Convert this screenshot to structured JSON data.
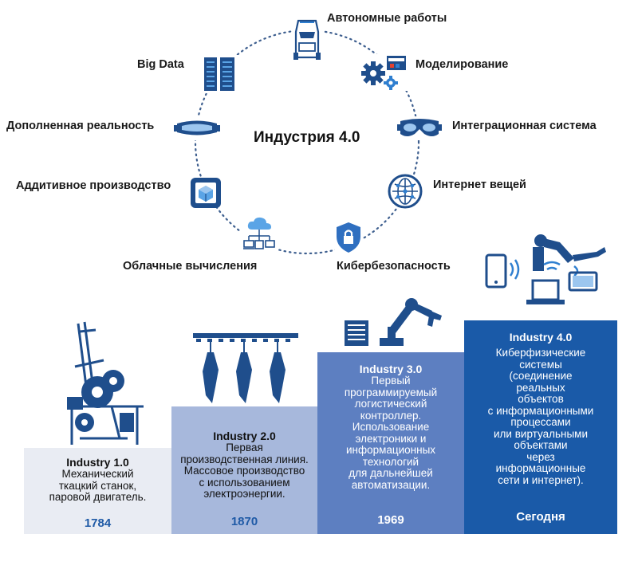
{
  "center_title": "Индустрия 4.0",
  "cycle": {
    "autonomous_robots": "Автономные работы",
    "modeling": "Моделирование",
    "integration_system": "Интеграционная система",
    "iot": "Интернет вещей",
    "cybersecurity": "Кибербезопасность",
    "cloud": "Облачные вычисления",
    "additive": "Аддитивное производство",
    "ar": "Дополненная реальность",
    "big_data": "Big Data"
  },
  "stages": [
    {
      "title": "Industry 1.0",
      "lines": [
        "Механический",
        "ткацкий станок,",
        "паровой двигатель."
      ],
      "year": "1784"
    },
    {
      "title": "Industry 2.0",
      "lines": [
        "Первая",
        "производственная линия.",
        "Массовое производство",
        "с использованием",
        "электроэнергии."
      ],
      "year": "1870"
    },
    {
      "title": "Industry 3.0",
      "lines": [
        "Первый",
        "программируемый",
        "логистический",
        "контроллер.",
        "Использование",
        "электроники и",
        "информационных",
        "технологий",
        "для дальнейшей",
        "автоматизации."
      ],
      "year": "1969"
    },
    {
      "title": "Industry 4.0",
      "lines": [
        "Киберфизические",
        "системы",
        "(соединение",
        "реальных",
        "объектов",
        "с информационными",
        "процессами",
        "или виртуальными",
        "объектами",
        "через",
        "информационные",
        "сети и интернет)."
      ],
      "year": "Сегодня"
    }
  ],
  "colors": {
    "dark_blue": "#1a5aa8",
    "mid_blue": "#5d7fc1",
    "light_blue": "#a7b8dc",
    "pale_blue": "#e9ecf3",
    "navy": "#1f4e8c",
    "accent": "#2f7fd0"
  },
  "icons": [
    "robot-arm-icon",
    "gears-film-icon",
    "vr-goggles-icon",
    "network-globe-icon",
    "shield-lock-icon",
    "cloud-network-icon",
    "3d-printer-icon",
    "ar-headset-icon",
    "server-rack-icon",
    "loom-icon",
    "assembly-line-icon",
    "industrial-robot-icon",
    "devices-robot-icon"
  ]
}
